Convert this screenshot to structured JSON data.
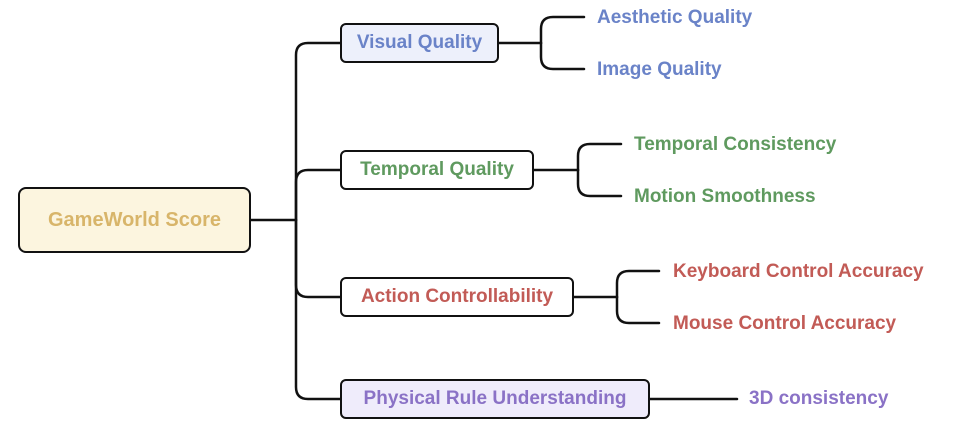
{
  "colors": {
    "line": "#111111",
    "root_fill": "#fcf5df",
    "root_text": "#d8b56a",
    "visual_fill": "#edf0fb",
    "visual_text": "#6a83c8",
    "temporal_fill": "#ffffff",
    "temporal_text": "#5f9a5f",
    "action_fill": "#ffffff",
    "action_text": "#c25b56",
    "physical_fill": "#efecfb",
    "physical_text": "#8a72c6"
  },
  "root": {
    "label": "GameWorld Score"
  },
  "categories": [
    {
      "label": "Visual Quality",
      "color_key": "visual",
      "leaves": [
        "Aesthetic Quality",
        "Image Quality"
      ]
    },
    {
      "label": "Temporal Quality",
      "color_key": "temporal",
      "leaves": [
        "Temporal Consistency",
        "Motion Smoothness"
      ]
    },
    {
      "label": "Action Controllability",
      "color_key": "action",
      "leaves": [
        "Keyboard Control Accuracy",
        "Mouse Control Accuracy"
      ]
    },
    {
      "label": "Physical Rule Understanding",
      "color_key": "physical",
      "leaves": [
        "3D consistency"
      ]
    }
  ]
}
